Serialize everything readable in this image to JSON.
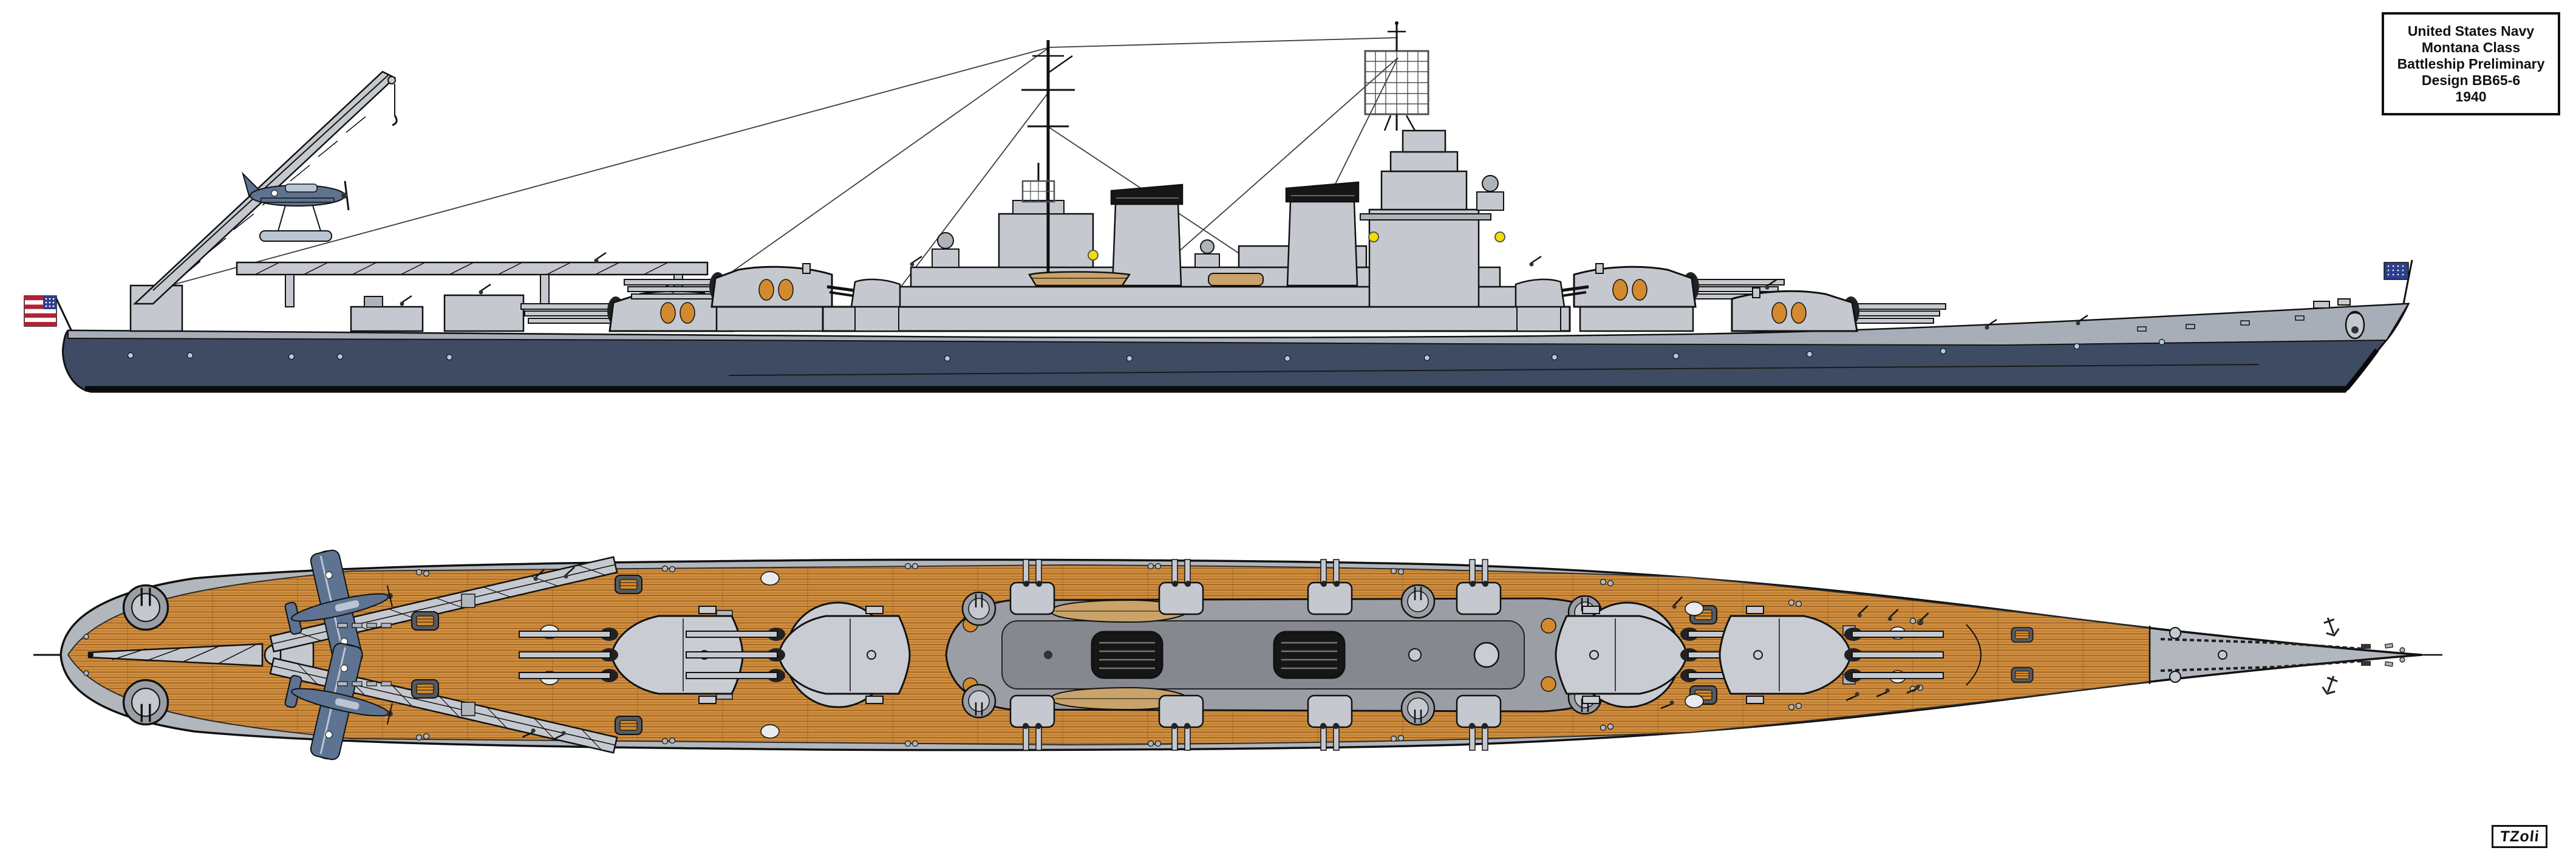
{
  "title_box": {
    "lines": [
      "United States Navy",
      "Montana Class",
      "Battleship Preliminary",
      "Design BB65-6",
      "1940"
    ]
  },
  "signature": "TZoli",
  "colors": {
    "background": "#ffffff",
    "outline": "#111111",
    "hull_dark": "#3f4b63",
    "hull_light_band": "#a8aeb8",
    "boot_black": "#0a0a0a",
    "superstructure": "#c5c9cf",
    "superstructure_mid": "#aeb3ba",
    "turret_top": "#c9ccd2",
    "barrel_gray": "#adb2b9",
    "funnel_cap": "#161616",
    "radar_mesh": "#4c5157",
    "porthole_blue": "#a9cdec",
    "searchlight_yellow": "#f2df00",
    "boat_tan": "#c9a369",
    "raft_orange": "#d28a2e",
    "deck_wood": "#d18e3e",
    "deck_plank_line": "#8f5a1d",
    "deck_steel": "#b2b7bd",
    "plan_deckhouse": "#9b9ea4",
    "plan_deckhouse_dark": "#85888e",
    "flag_red": "#b22234",
    "flag_blue": "#2c3f8f",
    "flag_white": "#ffffff",
    "plane_blue": "#5d7391",
    "plane_light": "#b9c5d2",
    "camo_black": "#222222",
    "rigging": "#3c3c3c"
  }
}
